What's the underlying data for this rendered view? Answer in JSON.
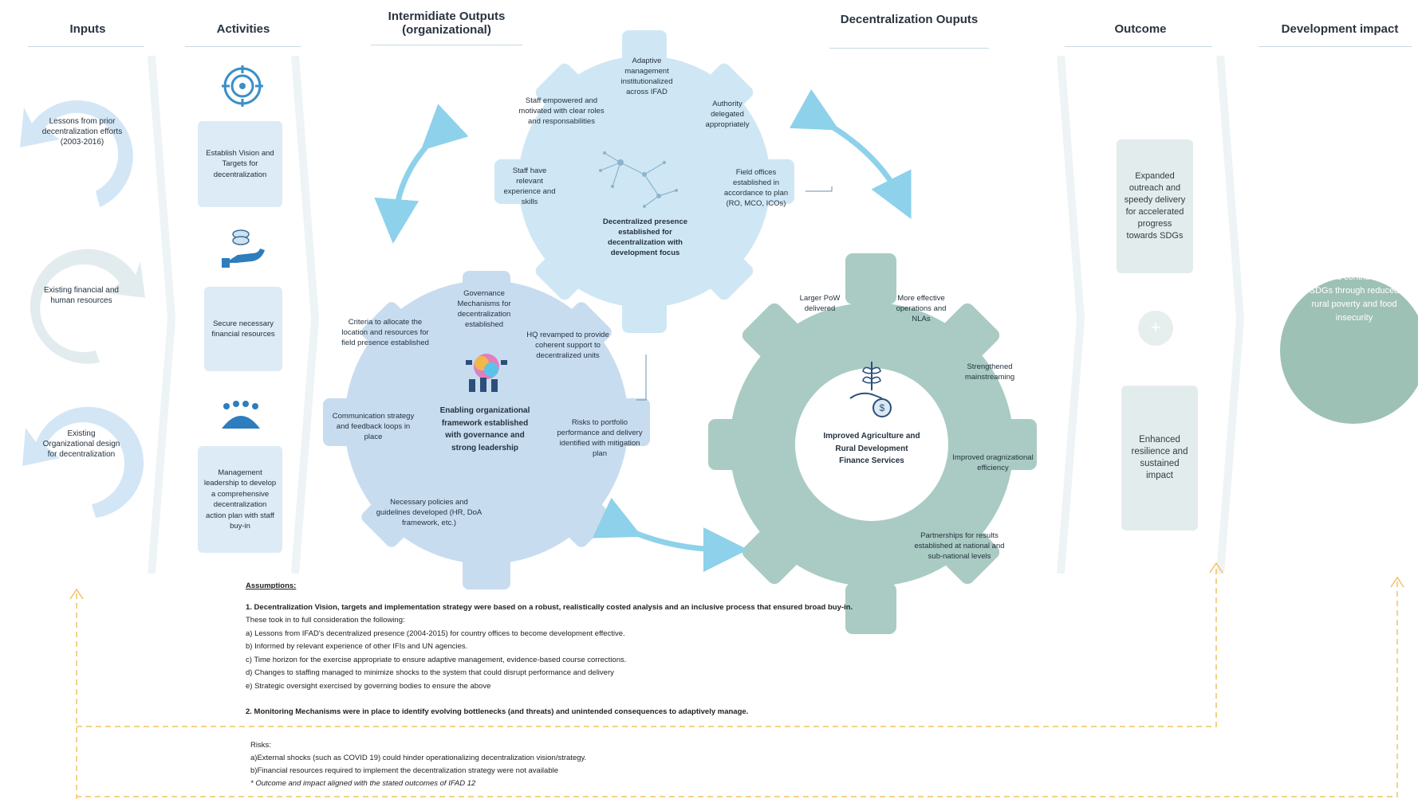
{
  "headers": {
    "inputs": "Inputs",
    "activities": "Activities",
    "intermediate": "Intermidiate Outputs (organizational)",
    "decentralization": "Decentralization Ouputs",
    "outcome": "Outcome",
    "impact": "Development impact"
  },
  "inputs": [
    "Lessons from prior decentralization efforts (2003-2016)",
    "Existing financial and human resources",
    "Existing Organizational design for decentralization"
  ],
  "activities": [
    {
      "icon": "target-icon",
      "label": "Establish Vision and Targets for decentralization"
    },
    {
      "icon": "hand-coins-icon",
      "label": "Secure necessary financial resources"
    },
    {
      "icon": "team-icon",
      "label": "Management leadership to develop a comprehensive decentralization action plan with staff buy-in"
    }
  ],
  "top_gear": {
    "center": "Decentralized presence established for decentralization with development focus",
    "items": [
      "Adaptive management institutionalized across IFAD",
      "Authority delegated appropriately",
      "Field offices established in accordance to plan (RO, MCO, ICOs)",
      "Staff empowered and motivated with clear roles and responsabilities",
      "Staff have relevant experience and skills"
    ]
  },
  "left_gear": {
    "center": "Enabling organizational framework established with governance and strong leadership",
    "items": [
      "Governance Mechanisms for decentralization established",
      "HQ revamped to provide coherent support to decentralized units",
      "Risks to portfolio performance and delivery identified with mitigation plan",
      "Necessary policies and guidelines developed (HR, DoA framework, etc.)",
      "Communication strategy and feedback loops in place",
      "Criteria to allocate the location and resources for field presence established"
    ]
  },
  "right_gear": {
    "center": "Improved Agriculture and Rural Development Finance Services",
    "items": [
      "Larger PoW delivered",
      "More effective operations and NLAs",
      "Strengthened mainstreaming",
      "Improved oragnizational efficiency",
      "Partnerships for results established at national and sub-national levels"
    ]
  },
  "outcome": [
    "Expanded outreach and speedy delivery for accelerated progress towards SDGs",
    "Enhanced resilience and sustained impact"
  ],
  "outcome_plus": "+",
  "impact": "Improved contributions to SDGs through reduced rural poverty and food insecurity",
  "assumptions": {
    "title": "Assumptions:",
    "p1": "1. Decentralization Vision, targets and implementation strategy were based on a robust, realistically costed analysis and an inclusive process that ensured broad buy-in.",
    "p1b": "These took in to full consideration the following:",
    "items": [
      "a) Lessons from IFAD's decentralized presence (2004-2015) for country offices to become development effective.",
      "b) Informed by relevant experience of other IFIs and UN agencies.",
      "c) Time horizon for the exercise appropriate to ensure adaptive management, evidence-based course corrections.",
      "d) Changes to staffing managed to minimize shocks to the system that could disrupt performance and delivery",
      "e) Strategic oversight exercised by governing bodies to ensure the above"
    ],
    "p2": "2. Monitoring Mechanisms were in place to identify evolving bottlenecks (and threats) and unintended consequences to adaptively manage."
  },
  "risks": {
    "title": "Risks:",
    "items": [
      "a)External shocks (such as COVID 19) could hinder operationalizing decentralization vision/strategy.",
      "b)Financial resources required to implement the decentralization strategy were not available"
    ],
    "note": "* Outcome and impact aligned with the stated outcomes of IFAD 12"
  },
  "colors": {
    "light_blue": "#cfe7f4",
    "mid_blue": "#c8dcef",
    "teal": "#a9cbc3",
    "arrow": "#8ed1ea",
    "dashed": "#f1c360"
  }
}
